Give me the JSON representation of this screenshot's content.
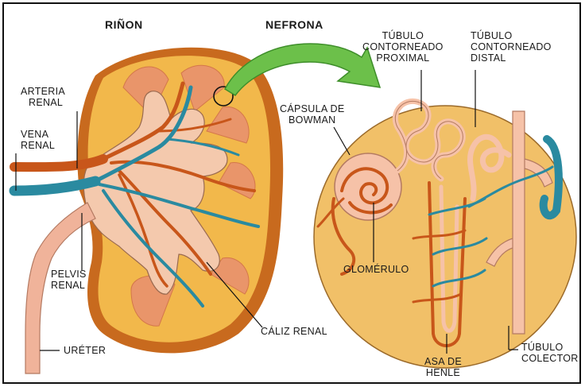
{
  "titles": {
    "kidney": "RIÑON",
    "nephron": "NEFRONA"
  },
  "labels": {
    "renal_artery": [
      "ARTERIA",
      "RENAL"
    ],
    "renal_vein": [
      "VENA",
      "RENAL"
    ],
    "renal_pelvis": [
      "PELVIS",
      "RENAL"
    ],
    "ureter": "URÉTER",
    "renal_calyx": "CÁLIZ RENAL",
    "bowman_capsule": [
      "CÁPSULA DE",
      "BOWMAN"
    ],
    "proximal_tubule": [
      "TÚBULO",
      "CONTORNEADO",
      "PROXIMAL"
    ],
    "distal_tubule": [
      "TÚBULO",
      "CONTORNEADO",
      "DISTAL"
    ],
    "glomerulus": "GLOMÉRULO",
    "loop_of_henle": [
      "ASA DE",
      "HENLE"
    ],
    "collecting_duct": [
      "TÚBULO",
      "COLECTOR"
    ]
  },
  "colors": {
    "cortex": "#f2b84b",
    "capsule": "#c86a1e",
    "pelvis": "#f4c9ad",
    "artery": "#c8561a",
    "vein": "#2a8aa0",
    "arrow": "#6cc04a",
    "nephron_bg": "#f1c068",
    "tubule": "#f6c2a8"
  }
}
